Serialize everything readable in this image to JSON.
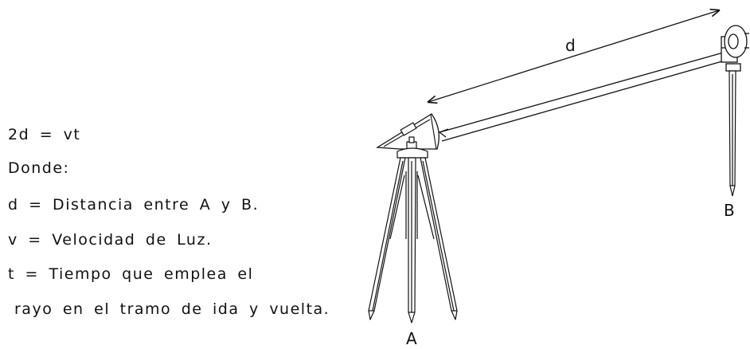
{
  "formula": {
    "equation": "2d = vt",
    "where": "Donde:",
    "def_d": "d = Distancia entre A y B.",
    "def_v": "v = Velocidad de Luz.",
    "def_t1": "t = Tiempo que emplea el",
    "def_t2": "rayo en el tramo de ida y vuelta."
  },
  "labels": {
    "a": "A",
    "b": "B",
    "d": "d"
  }
}
